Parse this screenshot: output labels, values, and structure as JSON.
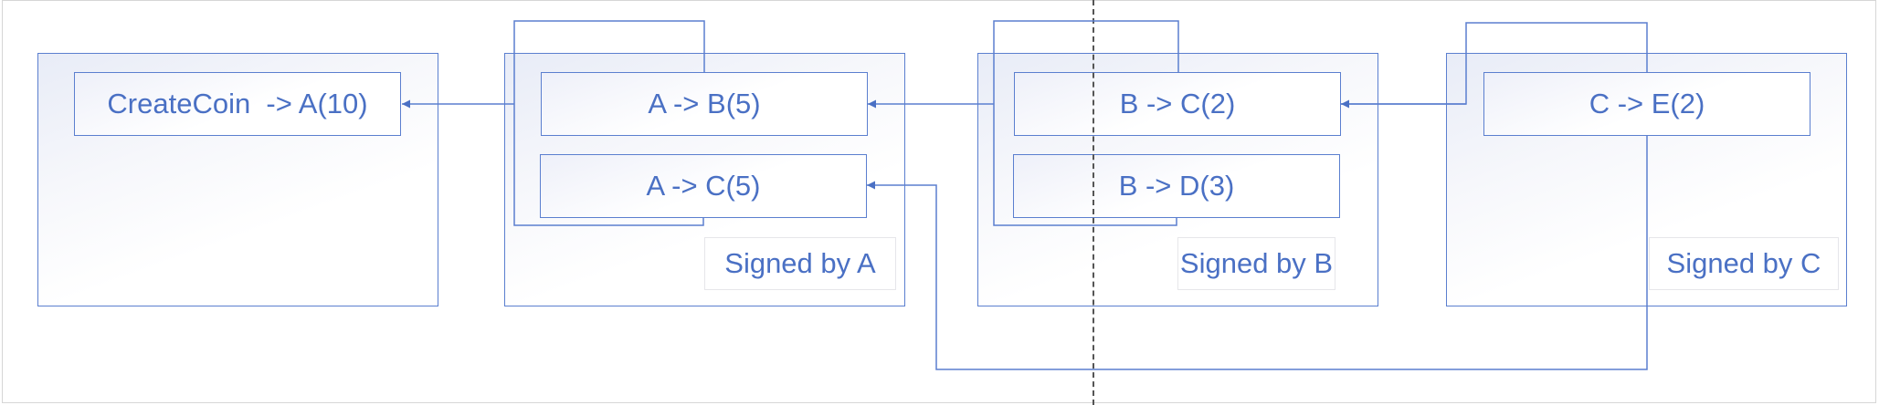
{
  "blocks": [
    {
      "transactions": [
        "CreateCoin  -> A(10)"
      ],
      "signature": ""
    },
    {
      "transactions": [
        "A -> B(5)",
        "A -> C(5)"
      ],
      "signature": "Signed by A"
    },
    {
      "transactions": [
        "B -> C(2)",
        "B -> D(3)"
      ],
      "signature": "Signed by B"
    },
    {
      "transactions": [
        "C -> E(2)"
      ],
      "signature": "Signed by C"
    }
  ],
  "colors": {
    "line": "#5b7fcf",
    "text": "#4a70c4",
    "divider": "#555555"
  }
}
